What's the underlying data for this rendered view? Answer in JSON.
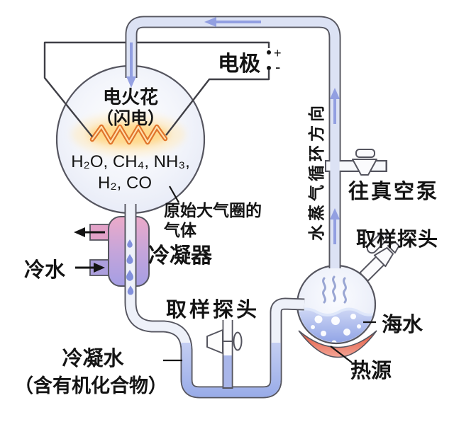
{
  "diagram": {
    "electrode": {
      "label": "电极",
      "plus": "+",
      "minus": "-"
    },
    "spark_flask": {
      "spark_line1": "电火花",
      "spark_line2": "（闪电）",
      "gases_line1": "H₂O, CH₄, NH₃,",
      "gases_line2": "H₂, CO",
      "annotation_line1": "原始大气圈的",
      "annotation_line2": "气体"
    },
    "condenser": {
      "label": "冷凝器",
      "cold_water_label": "冷水"
    },
    "u_tube": {
      "probe_label": "取样探头",
      "condensate_line1": "冷凝水",
      "condensate_line2": "（含有机化合物）"
    },
    "boiling_flask": {
      "probe_label": "取样探头",
      "seawater_label": "海水",
      "heat_label": "热源"
    },
    "circulation": {
      "vapor_direction_label": "水蒸气循环方向",
      "vacuum_pump_label": "往真空泵"
    },
    "colors": {
      "tube_fill": "#dce2f4",
      "lower_tube_fill": "#eef1f9",
      "water": "#a4b3ea",
      "condenser_top": "#ecaac9",
      "condenser_bottom": "#a49ee4",
      "spark": "#e0742a",
      "heat_source": "#e15339",
      "flow_arrow": "#8b98e0",
      "outline": "#55555f"
    }
  }
}
